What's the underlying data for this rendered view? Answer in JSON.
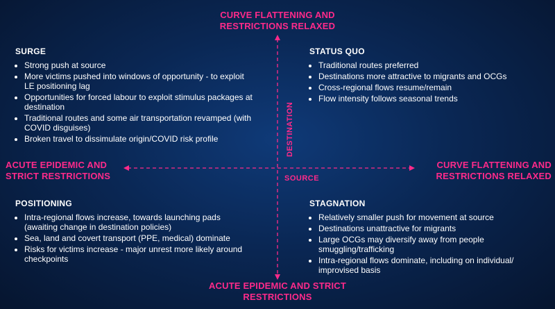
{
  "axes": {
    "top": "CURVE FLATTENING AND RESTRICTIONS RELAXED",
    "bottom": "ACUTE EPIDEMIC AND STRICT RESTRICTIONS",
    "left": "ACUTE EPIDEMIC AND STRICT RESTRICTIONS",
    "right": "CURVE FLATTENING AND RESTRICTIONS RELAXED",
    "horizontal_name": "SOURCE",
    "vertical_name": "DESTINATION",
    "color": "#ff2a8a"
  },
  "quadrants": {
    "surge": {
      "title": "SURGE",
      "items": [
        "Strong push at source",
        "More victims pushed into windows of opportunity - to exploit LE positioning lag",
        "Opportunities for forced labour to exploit stimulus packages at destination",
        "Traditional routes and some air transportation revamped (with COVID disguises)",
        "Broken travel to dissimulate origin/COVID risk profile"
      ]
    },
    "status_quo": {
      "title": "STATUS QUO",
      "items": [
        "Traditional routes preferred",
        "Destinations more attractive to migrants and OCGs",
        "Cross-regional flows resume/remain",
        "Flow intensity follows seasonal trends"
      ]
    },
    "positioning": {
      "title": "POSITIONING",
      "items": [
        "Intra-regional flows increase, towards launching pads (awaiting change in destination policies)",
        "Sea, land and covert transport (PPE, medical) dominate",
        "Risks for victims increase - major unrest more likely around checkpoints"
      ]
    },
    "stagnation": {
      "title": "STAGNATION",
      "items": [
        "Relatively smaller push for movement at source",
        "Destinations unattractive for migrants",
        "Large OCGs may diversify away from people smuggling/trafficking",
        "Intra-regional flows dominate, including on individual/ improvised basis"
      ]
    }
  }
}
